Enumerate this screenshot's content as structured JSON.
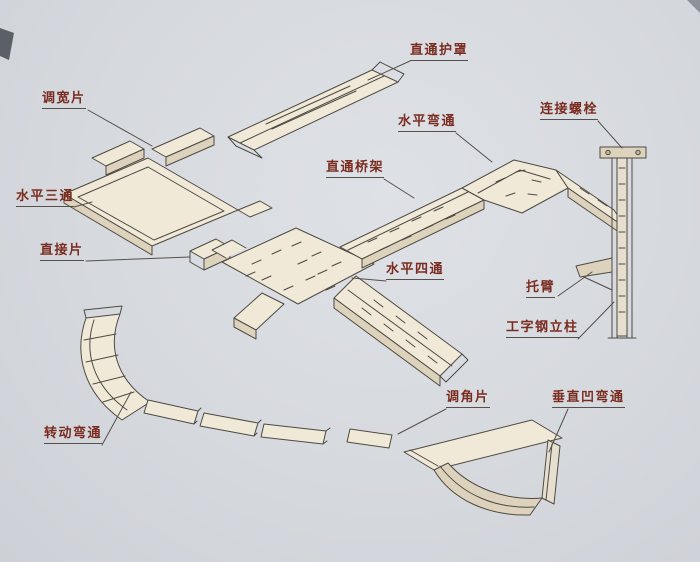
{
  "diagram": {
    "labels": {
      "straight_cover": "直通护罩",
      "width_adjuster": "调宽片",
      "horizontal_tee": "水平三通",
      "connector_plate": "直接片",
      "horizontal_elbow": "水平弯通",
      "connecting_bolt": "连接螺栓",
      "straight_tray": "直通桥架",
      "horizontal_cross": "水平四通",
      "bracket_arm": "托臂",
      "i_beam_column": "工字钢立柱",
      "angle_adjuster": "调角片",
      "vertical_concave_elbow": "垂直凹弯通",
      "rotating_elbow": "转动弯通"
    },
    "colors": {
      "paper": "#d8dbe0",
      "line": "#4e4a42",
      "part_top_fill": "#f0e9d8",
      "part_side_fill": "#ddd3bd",
      "label_text": "#7a2c20"
    }
  }
}
